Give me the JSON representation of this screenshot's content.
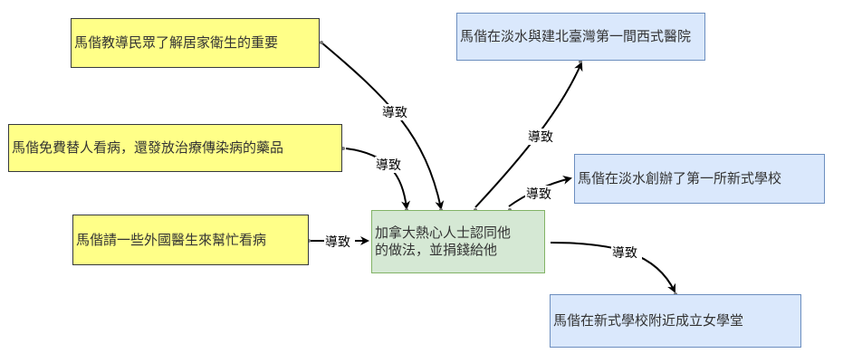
{
  "nodes": {
    "cause_education": "馬偕教導民眾了解居家衛生的重要",
    "cause_free_treatment": "馬偕免費替人看病，還發放治療傳染病的藥品",
    "cause_foreign_doctors": "馬偕請一些外國醫生來幫忙看病",
    "center_line1": "加拿大熱心人士認同他",
    "center_line2": "的做法，並捐錢給他",
    "effect_hospital": "馬偕在淡水與建北臺灣第一間西式醫院",
    "effect_school": "馬偕在淡水創辦了第一所新式學校",
    "effect_girls_school": "馬偕在新式學校附近成立女學堂"
  },
  "edge_label": "導致",
  "colors": {
    "cause_fill": "#ffff88",
    "center_fill": "#d5e8d4",
    "effect_fill": "#dae8fc",
    "arrow": "#000000"
  }
}
